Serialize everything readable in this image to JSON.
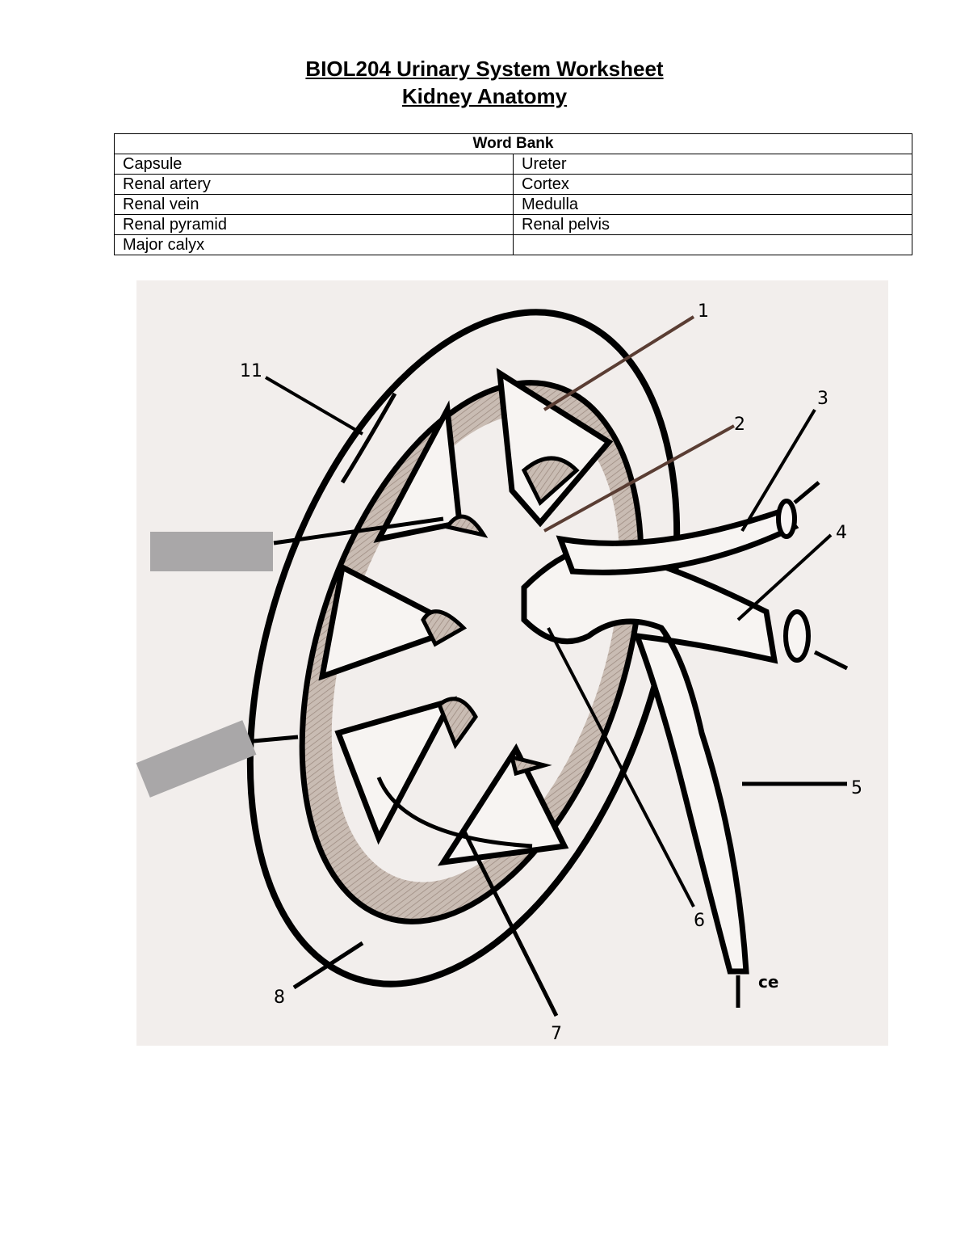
{
  "header": {
    "title": "BIOL204 Urinary System Worksheet",
    "subtitle": "Kidney Anatomy"
  },
  "word_bank": {
    "heading": "Word Bank",
    "rows": [
      [
        "Capsule",
        "Ureter"
      ],
      [
        "Renal artery",
        "Cortex"
      ],
      [
        "Renal vein",
        "Medulla"
      ],
      [
        "Renal pyramid",
        "Renal pelvis"
      ],
      [
        "Major calyx",
        ""
      ]
    ]
  },
  "diagram": {
    "labels": [
      "1",
      "2",
      "3",
      "4",
      "5",
      "6",
      "7",
      "8",
      "11"
    ],
    "extra_mark": "ce"
  }
}
